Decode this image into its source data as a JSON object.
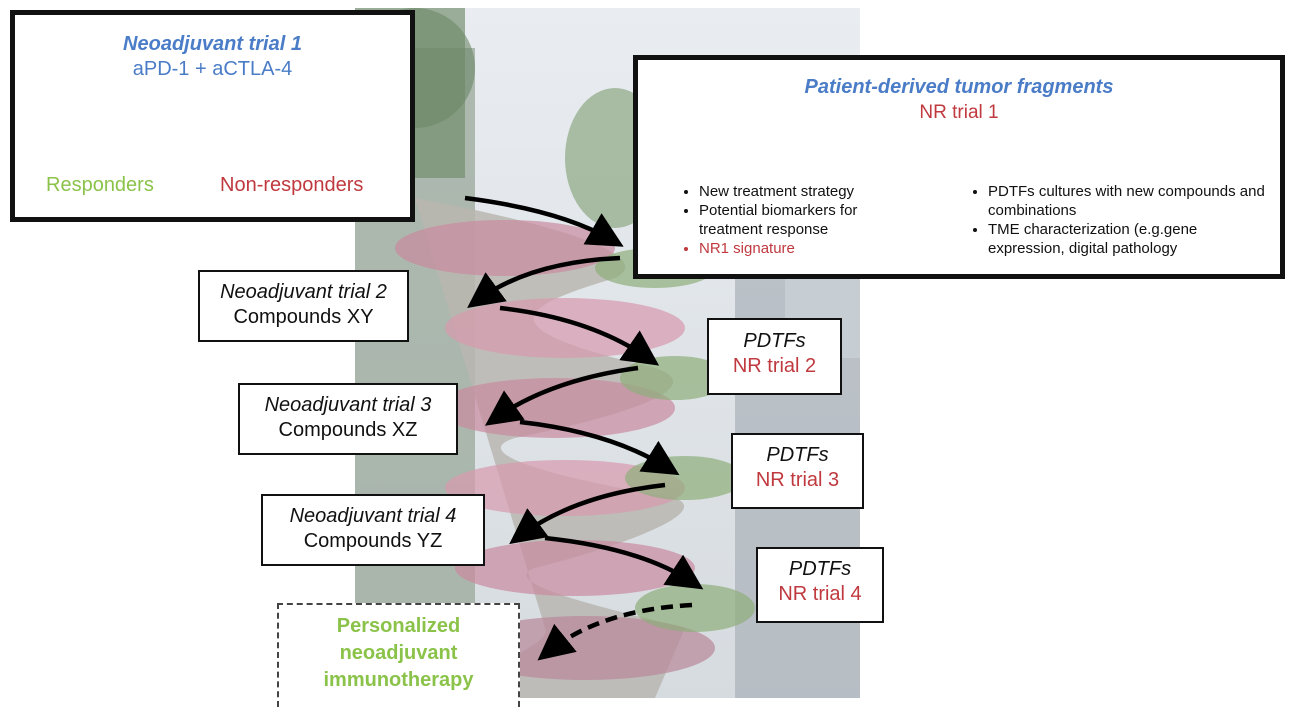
{
  "trial1": {
    "title": "Neoadjuvant trial 1",
    "treatment": "aPD-1 + aCTLA-4",
    "responders": "Responders",
    "non_responders": "Non-responders"
  },
  "pdtf_main": {
    "title": "Patient-derived tumor fragments",
    "subtitle": "NR trial 1",
    "left_bullets": [
      "New treatment strategy",
      "Potential biomarkers for treatment response",
      "NR1 signature"
    ],
    "right_bullets": [
      "PDTFs cultures with new compounds and combinations",
      "TME characterization (e.g.gene expression, digital pathology"
    ]
  },
  "trials": [
    {
      "title": "Neoadjuvant trial 2",
      "compounds": "Compounds XY"
    },
    {
      "title": "Neoadjuvant trial 3",
      "compounds": "Compounds XZ"
    },
    {
      "title": "Neoadjuvant trial 4",
      "compounds": "Compounds YZ"
    }
  ],
  "pdtfs": [
    {
      "title": "PDTFs",
      "trial": "NR trial 2"
    },
    {
      "title": "PDTFs",
      "trial": "NR trial 3"
    },
    {
      "title": "PDTFs",
      "trial": "NR trial 4"
    }
  ],
  "outcome": {
    "line1": "Personalized",
    "line2": "neoadjuvant",
    "line3": "immunotherapy"
  },
  "colors": {
    "blue": "#4a7cc7",
    "red": "#c0393f",
    "green": "#8bc34a"
  }
}
